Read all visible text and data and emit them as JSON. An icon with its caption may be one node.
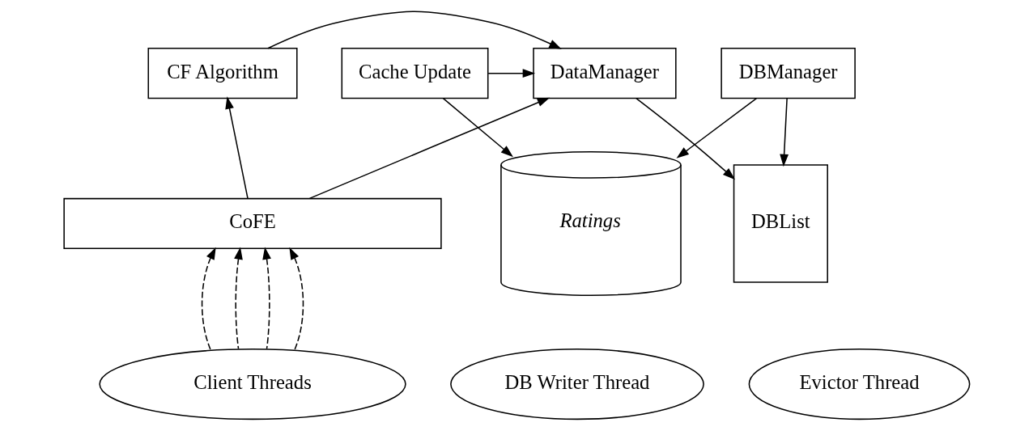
{
  "diagram": {
    "nodes": [
      {
        "text": [
          "CF Algorithm"
        ]
      },
      {
        "text": [
          "DataManager"
        ]
      },
      {
        "text": [
          "CoFE"
        ]
      },
      {
        "text": [
          "DBList"
        ]
      },
      {
        "text": [
          "DBManager"
        ]
      },
      {
        "text": [
          "Ratings"
        ]
      },
      {
        "text": [
          "Cache Update"
        ]
      },
      {
        "text": [
          "Client Threads"
        ]
      },
      {
        "text": [
          "DB Writer Thread"
        ]
      },
      {
        "text": [
          "Evictor Thread"
        ]
      }
    ],
    "edges": [
      {
        "from": 0,
        "to": 1,
        "arrow": "to"
      },
      {
        "from": 2,
        "to": 0,
        "arrow": "to"
      },
      {
        "from": 2,
        "to": 1,
        "arrow": "to"
      },
      {
        "from": 7,
        "to": 2,
        "arrow": "to",
        "style": "dashed"
      },
      {
        "from": 7,
        "to": 2,
        "arrow": "to",
        "style": "dashed"
      },
      {
        "from": 7,
        "to": 2,
        "arrow": "to",
        "style": "dashed"
      },
      {
        "from": 7,
        "to": 2,
        "arrow": "to",
        "style": "dashed"
      },
      {
        "from": 1,
        "to": 3,
        "arrow": "to"
      },
      {
        "from": 4,
        "to": 3,
        "arrow": "to"
      },
      {
        "from": 4,
        "to": 5,
        "arrow": "to"
      },
      {
        "from": 6,
        "to": 5,
        "arrow": "to"
      },
      {
        "from": 6,
        "to": 1,
        "arrow": "to"
      }
    ]
  }
}
